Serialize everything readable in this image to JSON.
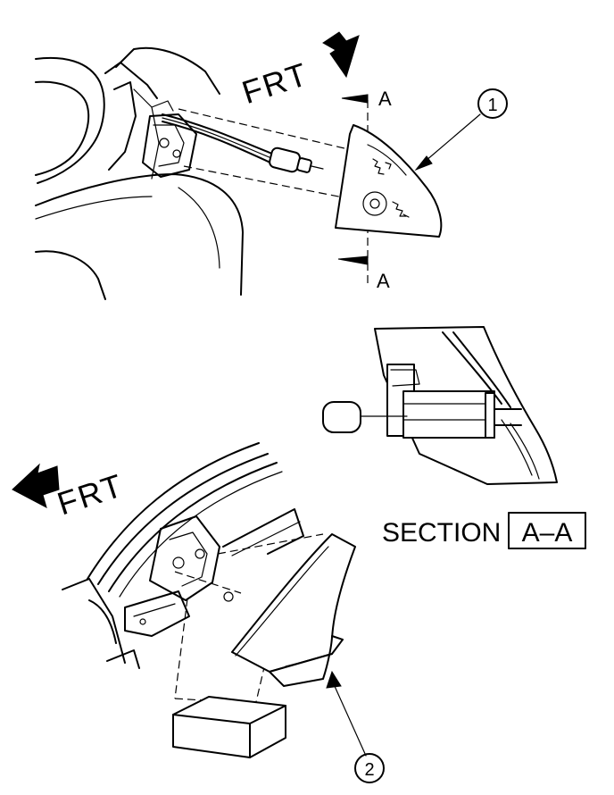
{
  "top_view": {
    "front_label": "FRT",
    "section_marker_top": "A",
    "section_marker_bottom": "A",
    "callout": "1"
  },
  "section_view": {
    "caption_text": "SECTION",
    "caption_boxed": "A–A"
  },
  "bottom_view": {
    "front_label": "FRT",
    "callout": "2"
  }
}
